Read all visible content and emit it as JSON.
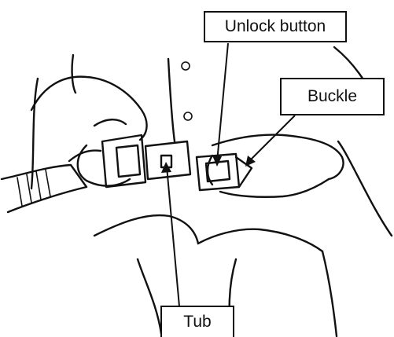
{
  "labels": {
    "unlock_button": "Unlock button",
    "buckle": "Buckle",
    "tub": "Tub"
  },
  "colors": {
    "ink": "#111111",
    "background": "#ffffff"
  }
}
